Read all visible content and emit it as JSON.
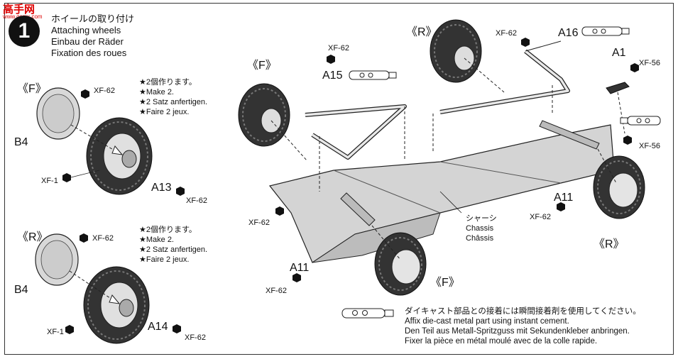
{
  "logo": {
    "text_main": "高手网",
    "text_sub": "www.gsmx.com"
  },
  "step": {
    "number": "1",
    "title_jp": "ホイールの取り付け",
    "title_en": "Attaching wheels",
    "title_de": "Einbau der Räder",
    "title_fr": "Fixation des roues"
  },
  "left_top": {
    "marker": "《F》",
    "note_jp": "★2個作ります。",
    "note_en": "★Make 2.",
    "note_de": "★2 Satz anfertigen.",
    "note_fr": "★Faire 2 jeux.",
    "part_b4": "B4",
    "part_a13": "A13",
    "paint_1": "XF-62",
    "paint_2": "XF-1",
    "paint_3": "XF-62"
  },
  "left_bottom": {
    "marker": "《R》",
    "note_jp": "★2個作ります。",
    "note_en": "★Make 2.",
    "note_de": "★2 Satz anfertigen.",
    "note_fr": "★Faire 2 jeux.",
    "part_b4": "B4",
    "part_a14": "A14",
    "paint_1": "XF-62",
    "paint_2": "XF-1",
    "paint_3": "XF-62"
  },
  "main": {
    "marker_f_top": "《F》",
    "marker_r_top": "《R》",
    "marker_r_right": "《R》",
    "marker_f_bottom": "《F》",
    "a15": "A15",
    "a16": "A16",
    "a1": "A1",
    "a11_right": "A11",
    "a11_left": "A11",
    "paint_a15": "XF-62",
    "paint_a16": "XF-62",
    "paint_a1": "XF-56",
    "paint_right": "XF-56",
    "paint_a11_right": "XF-62",
    "paint_chassis_left": "XF-62",
    "paint_a11_left": "XF-62",
    "chassis_jp": "シャーシ",
    "chassis_en": "Chassis",
    "chassis_fr": "Châssis"
  },
  "note": {
    "jp": "ダイキャスト部品との接着には瞬間接着剤を使用してください。",
    "en": "Affix die-cast metal part using instant cement.",
    "de": "Den Teil aus Metall-Spritzguss mit Sekundenkleber anbringen.",
    "fr": "Fixer la pièce en métal moulé avec de la colle rapide."
  }
}
